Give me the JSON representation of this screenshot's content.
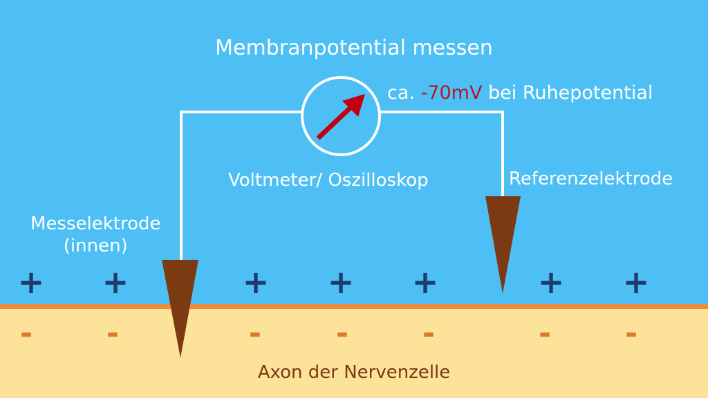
{
  "title": "Membranpotential messen",
  "reading": {
    "prefix": "ca.",
    "value": "-70mV",
    "suffix": "bei Ruhepotential"
  },
  "labels": {
    "voltmeter": "Voltmeter/ Oszilloskop",
    "reference_electrode": "Referenzelektrode",
    "measuring_electrode_line1": "Messelektrode",
    "measuring_electrode_line2": "(innen)",
    "axon": "Axon der Nervenzelle"
  },
  "charges": {
    "outside_symbol": "+",
    "inside_symbol": "-"
  },
  "colors": {
    "outside": "#4ebff4",
    "membrane": "#ec8d3c",
    "inside": "#fde29a",
    "electrode": "#7b3a12",
    "needle": "#c00010",
    "plus": "#1d3b6b",
    "minus": "#dd7a2a",
    "reading_value": "#b2182b"
  }
}
